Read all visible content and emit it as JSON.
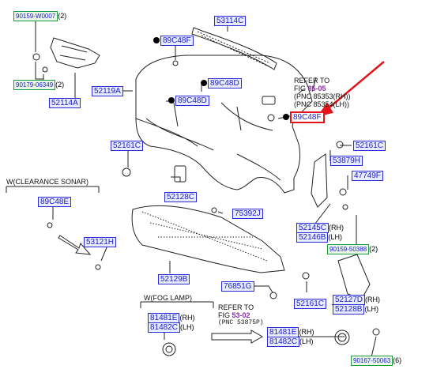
{
  "labels": [
    {
      "id": "p90159w0007",
      "code": "90159-W0007",
      "suffix": "(2)",
      "style": "green"
    },
    {
      "id": "p90179",
      "code": "90179-06349",
      "suffix": "(2)",
      "style": "green"
    },
    {
      "id": "p52114a",
      "code": "52114A",
      "suffix": "",
      "style": "blue"
    },
    {
      "id": "p52119a",
      "code": "52119A",
      "suffix": "",
      "style": "blue"
    },
    {
      "id": "p89c48f_top",
      "code": "89C48F",
      "suffix": "",
      "style": "blue",
      "dot": true
    },
    {
      "id": "p53114c",
      "code": "53114C",
      "suffix": "",
      "style": "blue"
    },
    {
      "id": "p89c48d_a",
      "code": "89C48D",
      "suffix": "",
      "style": "blue",
      "dot": true
    },
    {
      "id": "p89c48d_b",
      "code": "89C48D",
      "suffix": "",
      "style": "blue",
      "dot": true
    },
    {
      "id": "p89c48f_red",
      "code": "89C48F",
      "suffix": "",
      "style": "red",
      "dot": true
    },
    {
      "id": "p52161c_left",
      "code": "52161C",
      "suffix": "",
      "style": "blue"
    },
    {
      "id": "p52161c_right",
      "code": "52161C",
      "suffix": "",
      "style": "blue"
    },
    {
      "id": "p53879h",
      "code": "53879H",
      "suffix": "",
      "style": "blue"
    },
    {
      "id": "p47749f",
      "code": "47749F",
      "suffix": "",
      "style": "blue"
    },
    {
      "id": "p52128c",
      "code": "52128C",
      "suffix": "",
      "style": "blue"
    },
    {
      "id": "p89c48e",
      "code": "89C48E",
      "suffix": "",
      "style": "blue"
    },
    {
      "id": "p75392j",
      "code": "75392J",
      "suffix": "",
      "style": "blue"
    },
    {
      "id": "p52145c",
      "code": "52145C",
      "suffix": "(RH)",
      "style": "blue"
    },
    {
      "id": "p52146b",
      "code": "52146B",
      "suffix": "(LH)",
      "style": "blue"
    },
    {
      "id": "p90159_50388",
      "code": "90159-50388",
      "suffix": "(2)",
      "style": "green"
    },
    {
      "id": "p53121h",
      "code": "53121H",
      "suffix": "",
      "style": "blue"
    },
    {
      "id": "p52129b",
      "code": "52129B",
      "suffix": "",
      "style": "blue"
    },
    {
      "id": "p76851g",
      "code": "76851G",
      "suffix": "",
      "style": "blue"
    },
    {
      "id": "p52161c_bottom",
      "code": "52161C",
      "suffix": "",
      "style": "blue"
    },
    {
      "id": "p52127d",
      "code": "52127D",
      "suffix": "(RH)",
      "style": "blue"
    },
    {
      "id": "p52128b",
      "code": "52128B",
      "suffix": "(LH)",
      "style": "blue"
    },
    {
      "id": "p81481e_a",
      "code": "81481E",
      "suffix": "(RH)",
      "style": "blue"
    },
    {
      "id": "p81482c_a",
      "code": "81482C",
      "suffix": "(LH)",
      "style": "blue"
    },
    {
      "id": "p81481e_b",
      "code": "81481E",
      "suffix": "(RH)",
      "style": "blue"
    },
    {
      "id": "p81482c_b",
      "code": "81482C",
      "suffix": "(LH)",
      "style": "blue"
    },
    {
      "id": "p90167",
      "code": "90167-50063",
      "suffix": "(6)",
      "style": "green"
    }
  ],
  "notes": {
    "refer_top": {
      "line1": "REFER TO",
      "fig_prefix": "FIG ",
      "fig": "85-05",
      "pnc1": "(PNC 85353(RH))",
      "pnc2": "(PNC 85354(LH))"
    },
    "refer_bottom": {
      "line1": "REFER TO",
      "fig_prefix": "FIG ",
      "fig": "53-02",
      "pnc1": "(PNC 53875P)"
    },
    "clearance_sonar": "W(CLEARANCE SONAR)",
    "fog_lamp": "W(FOG LAMP)"
  },
  "colors": {
    "label_text": "#1a1acc",
    "label_border": "#2a2ad8",
    "green_border": "#1e9a3a",
    "highlight": "#e3151b",
    "ref_text": "#8a2aa8"
  }
}
